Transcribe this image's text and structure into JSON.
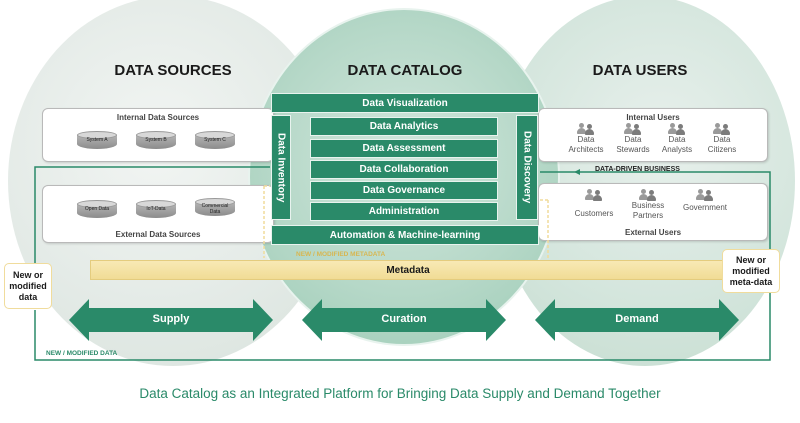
{
  "circles": {
    "sources_title": "DATA SOURCES",
    "catalog_title": "DATA CATALOG",
    "users_title": "DATA USERS"
  },
  "sources": {
    "internal_title": "Internal Data Sources",
    "internal_items": [
      "System A",
      "System B",
      "System C"
    ],
    "external_title": "External Data Sources",
    "external_items": [
      "Open Data",
      "IoT-Data",
      "Commercial Data"
    ]
  },
  "catalog": {
    "visualization": "Data Visualization",
    "inventory": "Data Inventory",
    "discovery": "Data Discovery",
    "analytics": "Data Analytics",
    "assessment": "Data Assessment",
    "collaboration": "Data Collaboration",
    "governance": "Data Governance",
    "administration": "Administration",
    "automation": "Automation & Machine-learning",
    "new_metadata": "NEW / MODIFIED METADATA"
  },
  "users": {
    "internal_title": "Internal Users",
    "internal_items": [
      "Data Architects",
      "Data Stewards",
      "Data Analysts",
      "Data Citizens"
    ],
    "driven_label": "DATA-DRIVEN BUSINESS",
    "external_items": [
      "Customers",
      "Business Partners",
      "Government"
    ],
    "external_title": "External Users"
  },
  "metadata_label": "Metadata",
  "left_note": "New or modified data",
  "right_note": "New or modified meta-data",
  "arrows": [
    "Supply",
    "Curation",
    "Demand"
  ],
  "new_data_label": "NEW / MODIFIED DATA",
  "caption": "Data Catalog as an Integrated Platform for Bringing Data Supply and Demand Together",
  "colors": {
    "brand_green": "#2a8a69",
    "circle_gray": "#e5ebe7",
    "circle_green_light": "#cfe3da",
    "metadata_yellow": "#f6e4a8"
  },
  "icons": {
    "source_icon": "database-cylinder-icon",
    "user_icon": "people-icon"
  }
}
